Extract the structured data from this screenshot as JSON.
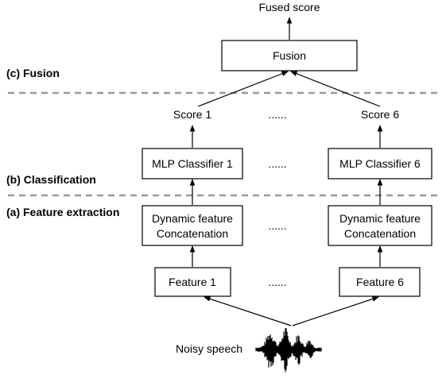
{
  "fused_score_label": "Fused score",
  "sections": {
    "fusion": "(c) Fusion",
    "classification": "(b) Classification",
    "feature_extraction": "(a) Feature extraction"
  },
  "fusion_box": "Fusion",
  "scores": [
    "Score 1",
    "Score 6"
  ],
  "classifiers": [
    "MLP Classifier 1",
    "MLP Classifier 6"
  ],
  "dynamic_feature": {
    "line1": "Dynamic feature",
    "line2": "Concatenation"
  },
  "features": [
    "Feature 1",
    "Feature 6"
  ],
  "ellipsis": "......",
  "input_label": "Noisy speech"
}
